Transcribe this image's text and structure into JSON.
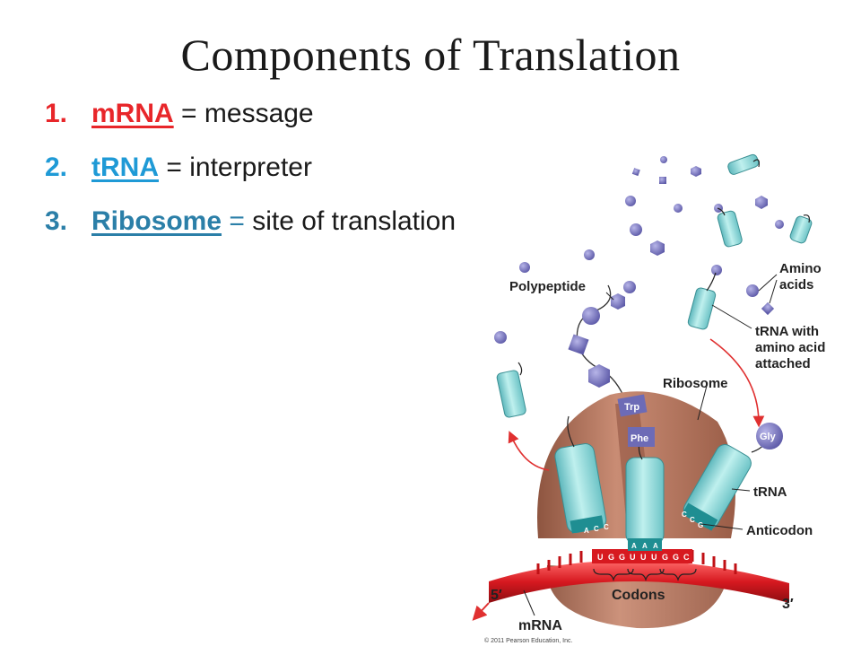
{
  "slide": {
    "title": "Components of Translation",
    "items": [
      {
        "number": "1.",
        "term": "mRNA",
        "separator": "=",
        "description": "message"
      },
      {
        "number": "2.",
        "term": "tRNA",
        "separator": "=",
        "description": "interpreter"
      },
      {
        "number": "3.",
        "term": "Ribosome",
        "separator": "=",
        "description": "site of translation"
      }
    ]
  },
  "figure": {
    "labels": {
      "polypeptide": "Polypeptide",
      "amino_acids_1": "Amino",
      "amino_acids_2": "acids",
      "trna_with_1": "tRNA with",
      "trna_with_2": "amino acid",
      "trna_with_3": "attached",
      "ribosome": "Ribosome",
      "trna": "tRNA",
      "anticodon": "Anticodon",
      "codons": "Codons",
      "mrna": "mRNA",
      "five_prime": "5′",
      "three_prime": "3′"
    },
    "amino_acid_tags": {
      "trp": "Trp",
      "phe": "Phe",
      "gly": "Gly"
    },
    "bases": {
      "anticodon_left": [
        "A",
        "C",
        "C"
      ],
      "anticodon_mid": [
        "A",
        "A",
        "A"
      ],
      "anticodon_right": [
        "C",
        "C",
        "G"
      ],
      "mrna": [
        "U",
        "G",
        "G",
        "U",
        "U",
        "U",
        "G",
        "G",
        "C"
      ]
    },
    "copyright": "© 2011 Pearson Education, Inc."
  },
  "colors": {
    "mrna_term": "#e8262a",
    "trna_term": "#1f9ad6",
    "ribosome_term": "#2b7fa8",
    "trna_body": "#8fd8d8",
    "ribosome": "#b57a62",
    "mrna_strand": "#d71920",
    "amino_acid": "#7a78c0",
    "arrow": "#e03030"
  }
}
